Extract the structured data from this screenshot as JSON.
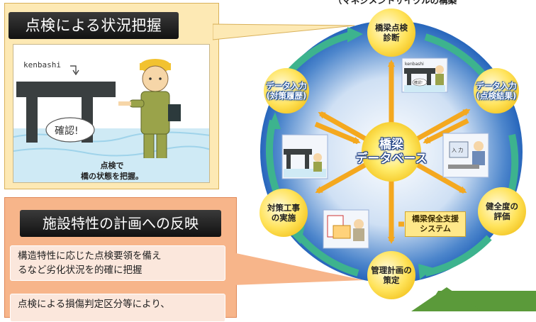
{
  "cycle_caption": "（マネジメントサイクルの構築",
  "callout_inspection": {
    "title": "点検による状況把握",
    "sign_text": "kenbashi",
    "speech_text": "確認!",
    "caption_line1": "点検で",
    "caption_line2": "橋の状態を把握。"
  },
  "callout_facility": {
    "title": "施設特性の計画への反映",
    "notes": [
      {
        "line1": "構造特性に応じた点検要領を備え",
        "line2": "るなど劣化状況を的確に把握"
      },
      {
        "line1": "点検による損傷判定区分等により、",
        "line2": ""
      }
    ]
  },
  "cycle": {
    "center_line1": "橋梁",
    "center_line2": "データベース",
    "nodes": {
      "inspection": {
        "line1": "橋梁点検",
        "line2": "診断"
      },
      "soundness": {
        "line1": "健全度の",
        "line2": "評価"
      },
      "management_plan": {
        "line1": "管理計画の",
        "line2": "策定"
      },
      "countermeasure": {
        "line1": "対策工事",
        "line2": "の実施"
      }
    },
    "side_labels": {
      "input_results": {
        "line1": "データ入力",
        "line2": "(点検結果)"
      },
      "input_history": {
        "line1": "データ入力",
        "line2": "(対策履歴)"
      }
    },
    "system_box": {
      "line1": "橋梁保全支援",
      "line2": "システム"
    },
    "thumb_texts": {
      "sign": "kenbashi",
      "speech": "確認!",
      "screen": "入 力"
    }
  },
  "colors": {
    "ring": "#3db38e",
    "arrow": "#f4a81f",
    "halo": "#1f5fb8",
    "node": "#ffe35a",
    "callout_top": "#fde9b4",
    "callout_bottom": "#f7b58a",
    "accent_green": "#5b9a3a"
  }
}
